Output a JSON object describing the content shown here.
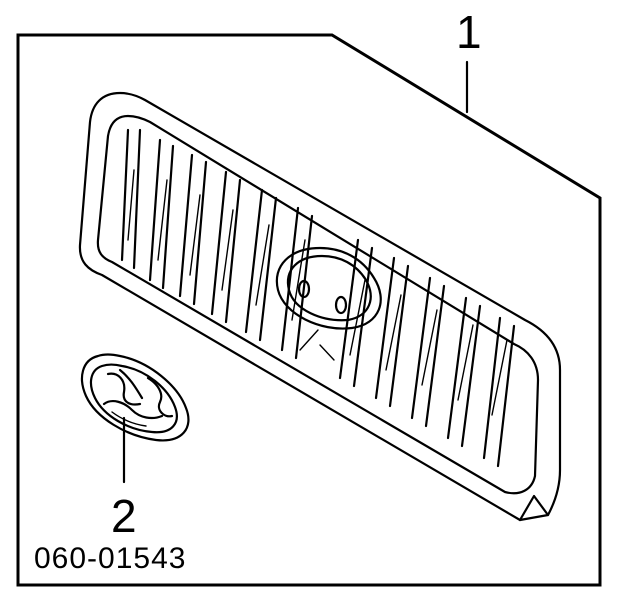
{
  "callouts": {
    "grille_number": "1",
    "emblem_number": "2"
  },
  "diagram_code": "060-01543"
}
